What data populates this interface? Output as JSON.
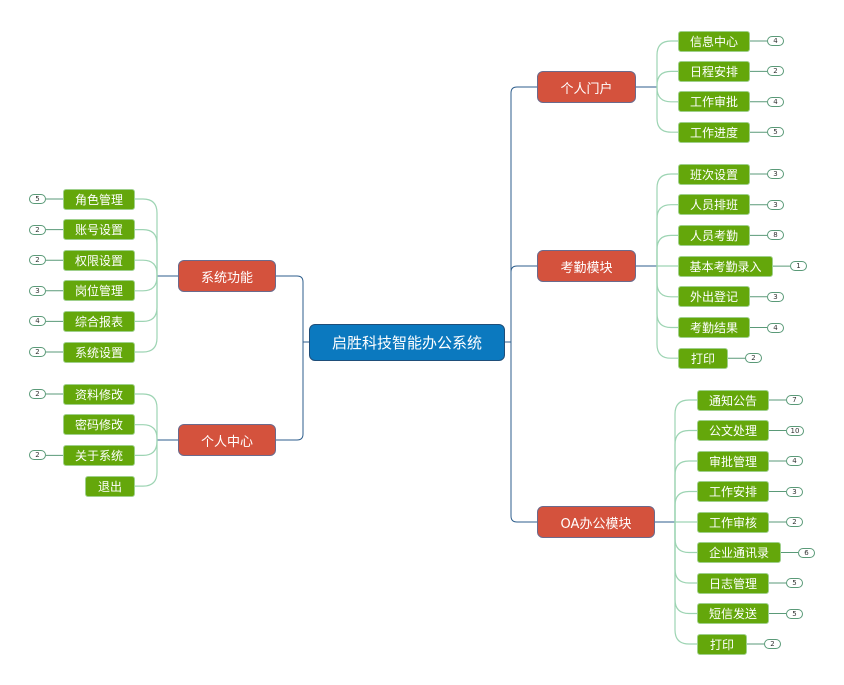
{
  "center": {
    "label": "启胜科技智能办公系统"
  },
  "branches": {
    "portal": {
      "label": "个人门户",
      "items": [
        {
          "label": "信息中心",
          "count": "4"
        },
        {
          "label": "日程安排",
          "count": "2"
        },
        {
          "label": "工作审批",
          "count": "4"
        },
        {
          "label": "工作进度",
          "count": "5"
        }
      ]
    },
    "attendance": {
      "label": "考勤模块",
      "items": [
        {
          "label": "班次设置",
          "count": "3"
        },
        {
          "label": "人员排班",
          "count": "3"
        },
        {
          "label": "人员考勤",
          "count": "8"
        },
        {
          "label": "基本考勤录入",
          "count": "1"
        },
        {
          "label": "外出登记",
          "count": "3"
        },
        {
          "label": "考勤结果",
          "count": "4"
        },
        {
          "label": "打印",
          "count": "2"
        }
      ]
    },
    "oa": {
      "label": "OA办公模块",
      "items": [
        {
          "label": "通知公告",
          "count": "7"
        },
        {
          "label": "公文处理",
          "count": "10"
        },
        {
          "label": "审批管理",
          "count": "4"
        },
        {
          "label": "工作安排",
          "count": "3"
        },
        {
          "label": "工作审核",
          "count": "2"
        },
        {
          "label": "企业通讯录",
          "count": "6"
        },
        {
          "label": "日志管理",
          "count": "5"
        },
        {
          "label": "短信发送",
          "count": "5"
        },
        {
          "label": "打印",
          "count": "2"
        }
      ]
    },
    "system": {
      "label": "系统功能",
      "items": [
        {
          "label": "角色管理",
          "count": "5"
        },
        {
          "label": "账号设置",
          "count": "2"
        },
        {
          "label": "权限设置",
          "count": "2"
        },
        {
          "label": "岗位管理",
          "count": "3"
        },
        {
          "label": "综合报表",
          "count": "4"
        },
        {
          "label": "系统设置",
          "count": "2"
        }
      ]
    },
    "personal": {
      "label": "个人中心",
      "items": [
        {
          "label": "资料修改",
          "count": "2"
        },
        {
          "label": "密码修改",
          "count": null
        },
        {
          "label": "关于系统",
          "count": "2"
        },
        {
          "label": "退出",
          "count": null
        }
      ]
    }
  }
}
